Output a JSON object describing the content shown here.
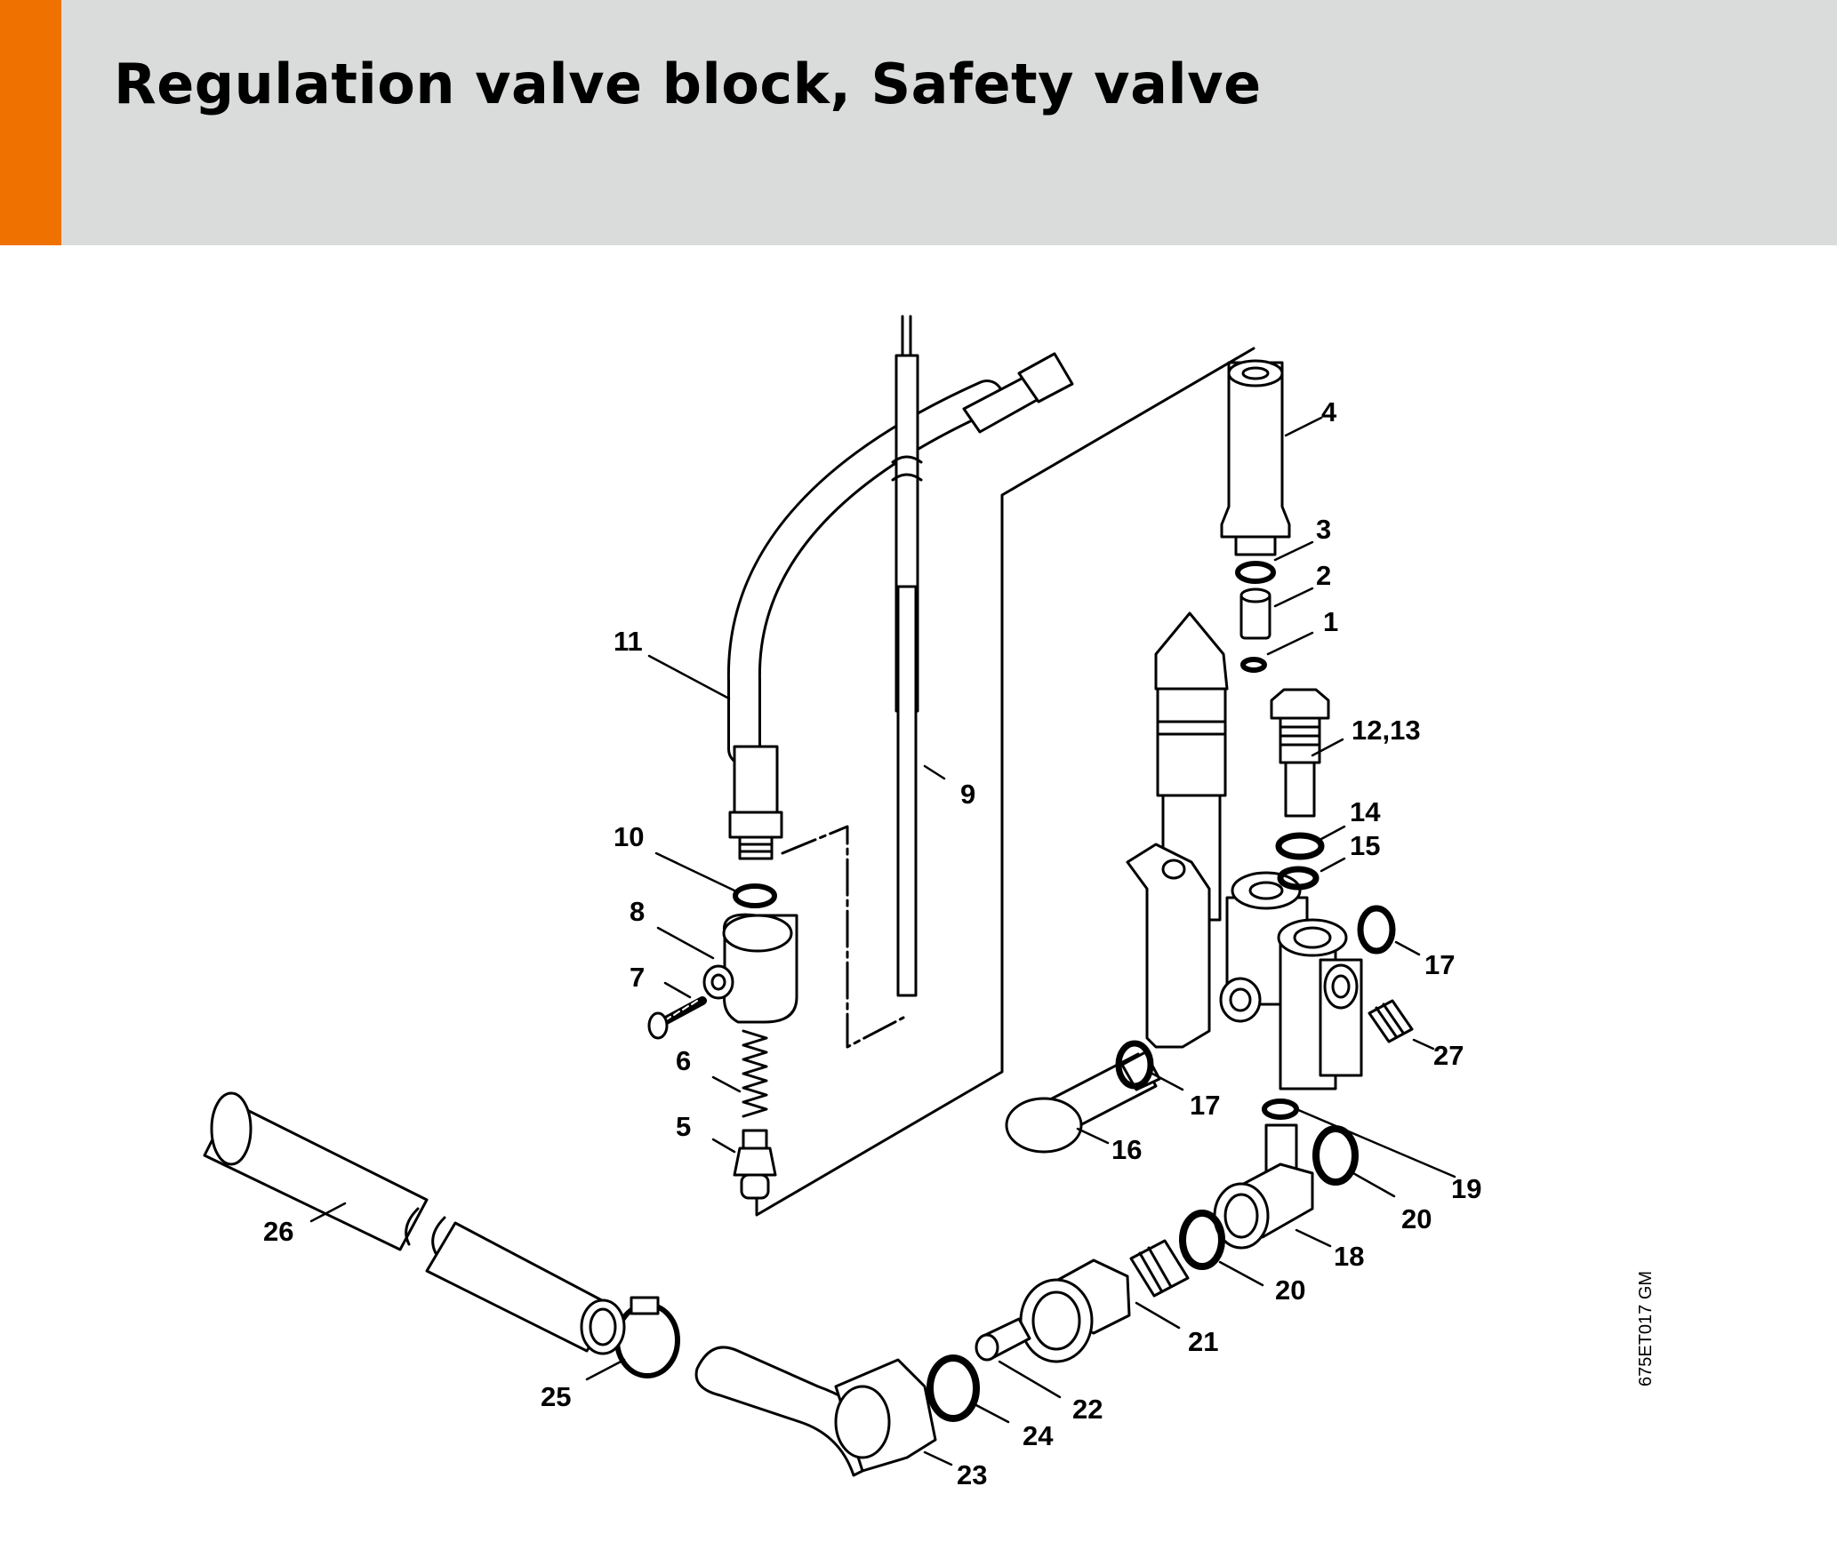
{
  "header": {
    "title": "Regulation valve block, Safety valve",
    "accent_color": "#ef7200",
    "background_color": "#dadcdb"
  },
  "diagram": {
    "drawing_code": "675ET017 GM",
    "callouts": [
      "1",
      "2",
      "3",
      "4",
      "5",
      "6",
      "7",
      "8",
      "9",
      "10",
      "11",
      "12,13",
      "14",
      "15",
      "16",
      "17",
      "17",
      "18",
      "19",
      "20",
      "20",
      "21",
      "22",
      "23",
      "24",
      "25",
      "26",
      "27"
    ]
  }
}
